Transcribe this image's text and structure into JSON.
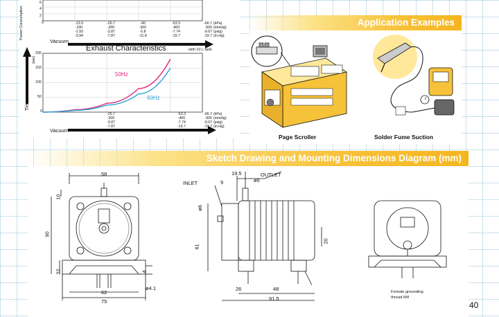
{
  "power_section": {
    "ylabel": "Power Consumption",
    "yticks": [
      "6",
      "4",
      "2",
      "0"
    ],
    "xcols": [
      [
        "-13.3",
        "-100",
        "-1.93",
        "-3.94"
      ],
      [
        "-26.7",
        "-200",
        "-3.87",
        "-7.87"
      ],
      [
        "-40",
        "-300",
        "-5.8",
        "-11.8"
      ],
      [
        "-53.3",
        "-400",
        "-7.74",
        "-15.7"
      ],
      [
        "-66.7",
        "-500",
        "-9.67",
        "-19.7"
      ]
    ],
    "units": [
      "(kPa)",
      "(mmHg)",
      "(psig)",
      "(in.Hg)"
    ],
    "zero": "0",
    "xlabel": "Vacuum"
  },
  "exhaust_chart": {
    "title": "Exhaust Characteristics",
    "tank_note": "with 10 L tank",
    "ylabel": "Time",
    "yunit": "(sec)",
    "yticks": [
      "200",
      "150",
      "100",
      "50",
      "0"
    ],
    "xcols": [
      [
        "-26.7",
        "-200",
        "-3.87",
        "-7.87"
      ],
      [
        "-53.3",
        "-400",
        "-7.74",
        "-15.7"
      ],
      [
        "-66.7",
        "-500",
        "-9.67",
        "-19.7"
      ]
    ],
    "units": [
      "(kPa)",
      "(mmHg)",
      "(psig)",
      "(in.Hg)"
    ],
    "zero": "0",
    "xlabel": "Vacuum",
    "series_50": "50Hz",
    "series_60": "60Hz",
    "color_50": "#e0287a",
    "color_60": "#2aa3d8"
  },
  "chart_data": {
    "type": "line",
    "title": "Exhaust Characteristics",
    "ylabel": "Time (sec)",
    "xlabel": "Vacuum (kPa)",
    "x": [
      0,
      -13.3,
      -26.7,
      -40,
      -53.3
    ],
    "ylim": [
      0,
      200
    ],
    "series": [
      {
        "name": "50Hz",
        "values": [
          0,
          8,
          30,
          80,
          180
        ]
      },
      {
        "name": "60Hz",
        "values": [
          0,
          6,
          24,
          62,
          150
        ]
      }
    ]
  },
  "application": {
    "banner": "Application Examples",
    "example_1": "Page Scroller",
    "example_2": "Solder Fume Suction"
  },
  "drawing": {
    "banner": "Sketch Drawing and Mounting Dimensions Diagram (mm)",
    "front": {
      "d58": "58",
      "d10": "10",
      "d90": "90",
      "d22": "22",
      "d62": "62",
      "d75": "75",
      "d4": "4",
      "d41": "ø4.1"
    },
    "side": {
      "inlet": "INLET",
      "outlet": "OUTLET",
      "d195": "19.5",
      "d9": "9",
      "d6a": "ø6",
      "d6b": "ø6",
      "d61": "61",
      "d20": "20",
      "d26": "26",
      "d48": "48",
      "d915": "91.5",
      "ground_1": "Female grounding",
      "ground_2": "thread M4"
    }
  },
  "page_number": "40"
}
